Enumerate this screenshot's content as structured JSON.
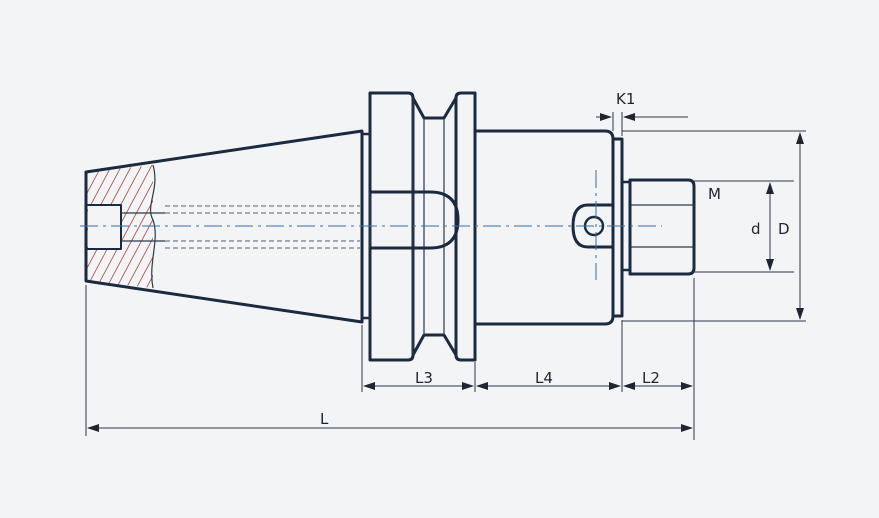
{
  "labels": {
    "K1": "K1",
    "M": "M",
    "d": "d",
    "D": "D",
    "L3": "L3",
    "L4": "L4",
    "L2": "L2",
    "L": "L"
  },
  "colors": {
    "outline": "#1a2a3f",
    "dimension": "#2b394c",
    "centerline": "#3670a6",
    "hatch": "#b05a50",
    "background": "#f3f4f6"
  }
}
